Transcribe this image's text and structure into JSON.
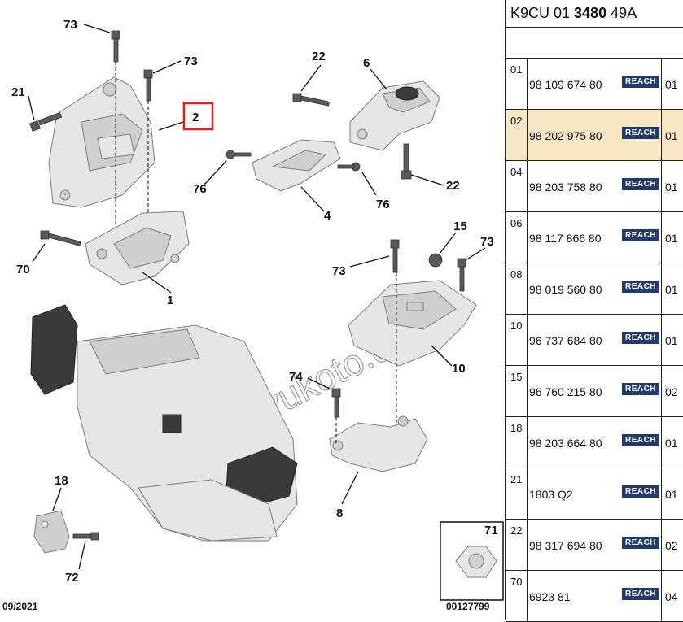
{
  "diagram": {
    "callouts": {
      "c73a": "73",
      "c73b": "73",
      "c21": "21",
      "c2": "2",
      "c70": "70",
      "c1": "1",
      "c22a": "22",
      "c6": "6",
      "c22b": "22",
      "c76a": "76",
      "c76b": "76",
      "c4": "4",
      "c15": "15",
      "c73c": "73",
      "c73d": "73",
      "c10": "10",
      "c74": "74",
      "c8": "8",
      "c18": "18",
      "c72": "72",
      "c71": "71"
    },
    "date": "09/2021",
    "ref": "00127799",
    "watermark": "duyukoto.com",
    "highlight_color": "#e0201c"
  },
  "sidebar": {
    "code_prefix": "K9CU 01 ",
    "code_bold": "3480",
    "code_suffix": " 49A",
    "badge_color": "#223a6e",
    "selected_color": "#fbe6c6",
    "rows": [
      {
        "idx": "01",
        "pn": "98 109 674 80",
        "badge": "REACH",
        "qty": "01"
      },
      {
        "idx": "02",
        "pn": "98 202 975 80",
        "badge": "REACH",
        "qty": "01"
      },
      {
        "idx": "04",
        "pn": "98 203 758 80",
        "badge": "REACH",
        "qty": "01"
      },
      {
        "idx": "06",
        "pn": "98 117 866 80",
        "badge": "REACH",
        "qty": "01"
      },
      {
        "idx": "08",
        "pn": "98 019 560 80",
        "badge": "REACH",
        "qty": "01"
      },
      {
        "idx": "10",
        "pn": "96 737 684 80",
        "badge": "REACH",
        "qty": "01"
      },
      {
        "idx": "15",
        "pn": "96 760 215 80",
        "badge": "REACH",
        "qty": "02"
      },
      {
        "idx": "18",
        "pn": "98 203 664 80",
        "badge": "REACH",
        "qty": "01"
      },
      {
        "idx": "21",
        "pn": "1803 Q2",
        "badge": "REACH",
        "qty": "01"
      },
      {
        "idx": "22",
        "pn": "98 317 694 80",
        "badge": "REACH",
        "qty": "02"
      },
      {
        "idx": "70",
        "pn": "6923 81",
        "badge": "REACH",
        "qty": "04"
      }
    ]
  }
}
